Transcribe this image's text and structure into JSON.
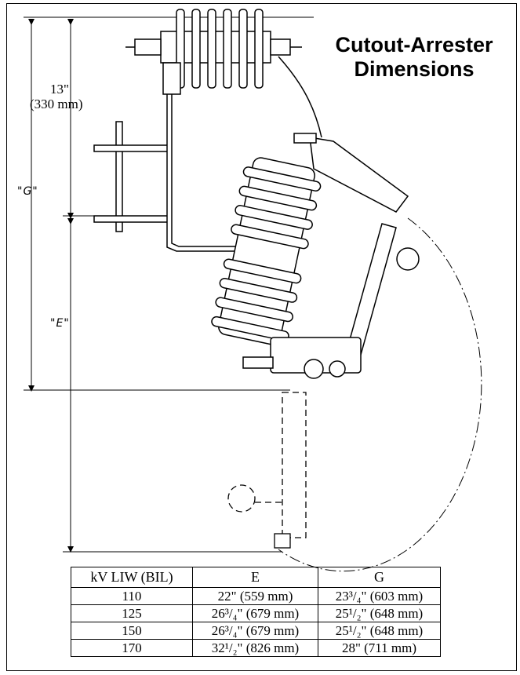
{
  "title": {
    "line1": "Cutout-Arrester",
    "line2": "Dimensions"
  },
  "dimensions": {
    "top_label_line1": "13\"",
    "top_label_line2": "(330 mm)",
    "g_label": "\"G\"",
    "e_label": "\"E\""
  },
  "table": {
    "headers": [
      "kV LIW (BIL)",
      "E",
      "G"
    ],
    "rows": [
      [
        "110",
        "22\" (559 mm)",
        "23³/₄\" (603 mm)"
      ],
      [
        "125",
        "26³/₄\" (679 mm)",
        "25¹/₂\" (648 mm)"
      ],
      [
        "150",
        "26³/₄\" (679 mm)",
        "25¹/₂\" (648 mm)"
      ],
      [
        "170",
        "32¹/₂\" (826 mm)",
        "28\" (711 mm)"
      ]
    ]
  }
}
